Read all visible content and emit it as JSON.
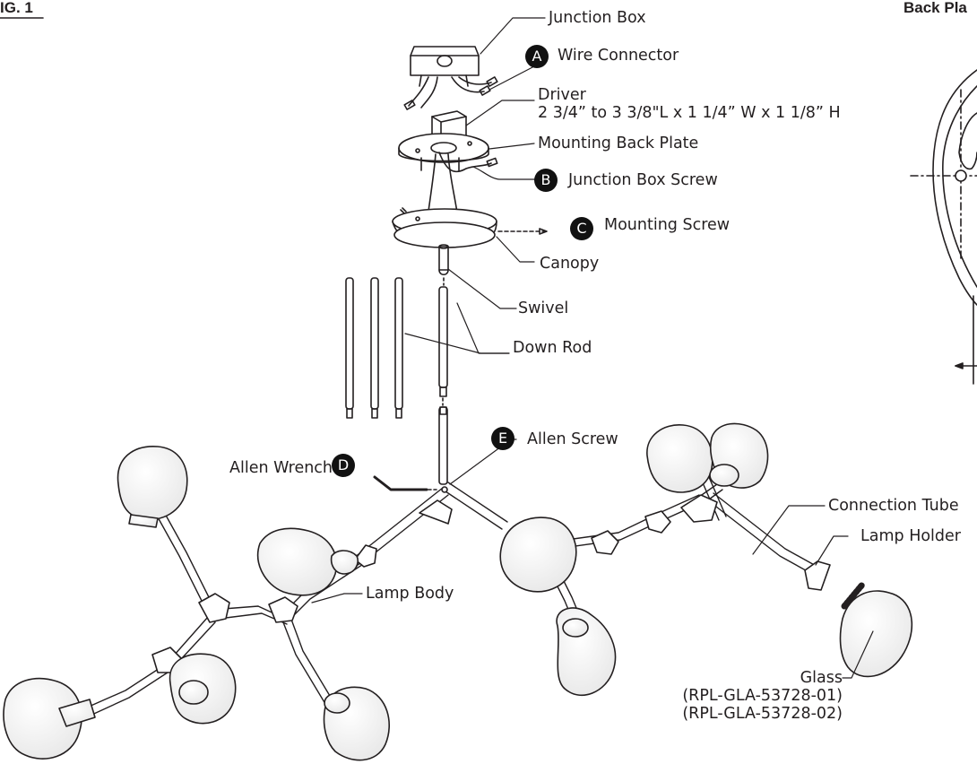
{
  "figure_label": "IG. 1",
  "side_label": "Back Pla",
  "labels": {
    "junction_box": "Junction Box",
    "wire_connector": "Wire Connector",
    "driver": "Driver",
    "driver_dims": "2 3/4” to 3 3/8\"L x 1 1/4” W x 1 1/8” H",
    "mounting_back_plate": "Mounting Back Plate",
    "junction_box_screw": "Junction Box Screw",
    "mounting_screw": "Mounting Screw",
    "canopy": "Canopy",
    "swivel": "Swivel",
    "down_rod": "Down Rod",
    "allen_screw": "Allen Screw",
    "allen_wrench": "Allen Wrench",
    "connection_tube": "Connection Tube",
    "lamp_holder": "Lamp Holder",
    "lamp_body": "Lamp Body",
    "glass": "Glass",
    "glass_part_1": "(RPL-GLA-53728-01)",
    "glass_part_2": "(RPL-GLA-53728-02)"
  },
  "badges": {
    "a": "A",
    "b": "B",
    "c": "C",
    "d": "D",
    "e": "E"
  }
}
